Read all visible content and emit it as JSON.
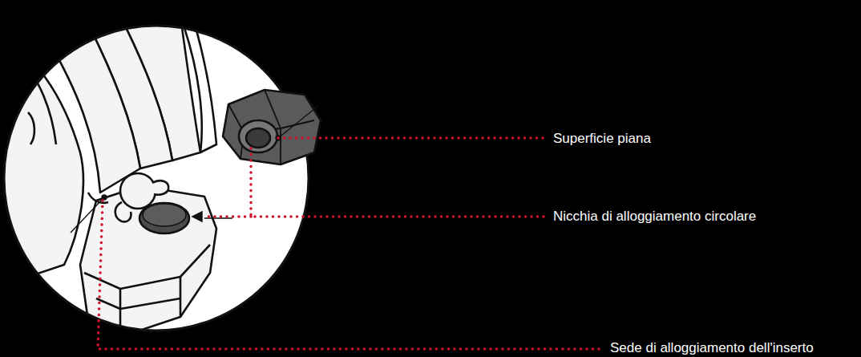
{
  "diagram": {
    "labels": [
      "Superficie piana",
      "Nicchia di alloggiamento circolare",
      "Sede di alloggiamento dell'inserto"
    ]
  }
}
